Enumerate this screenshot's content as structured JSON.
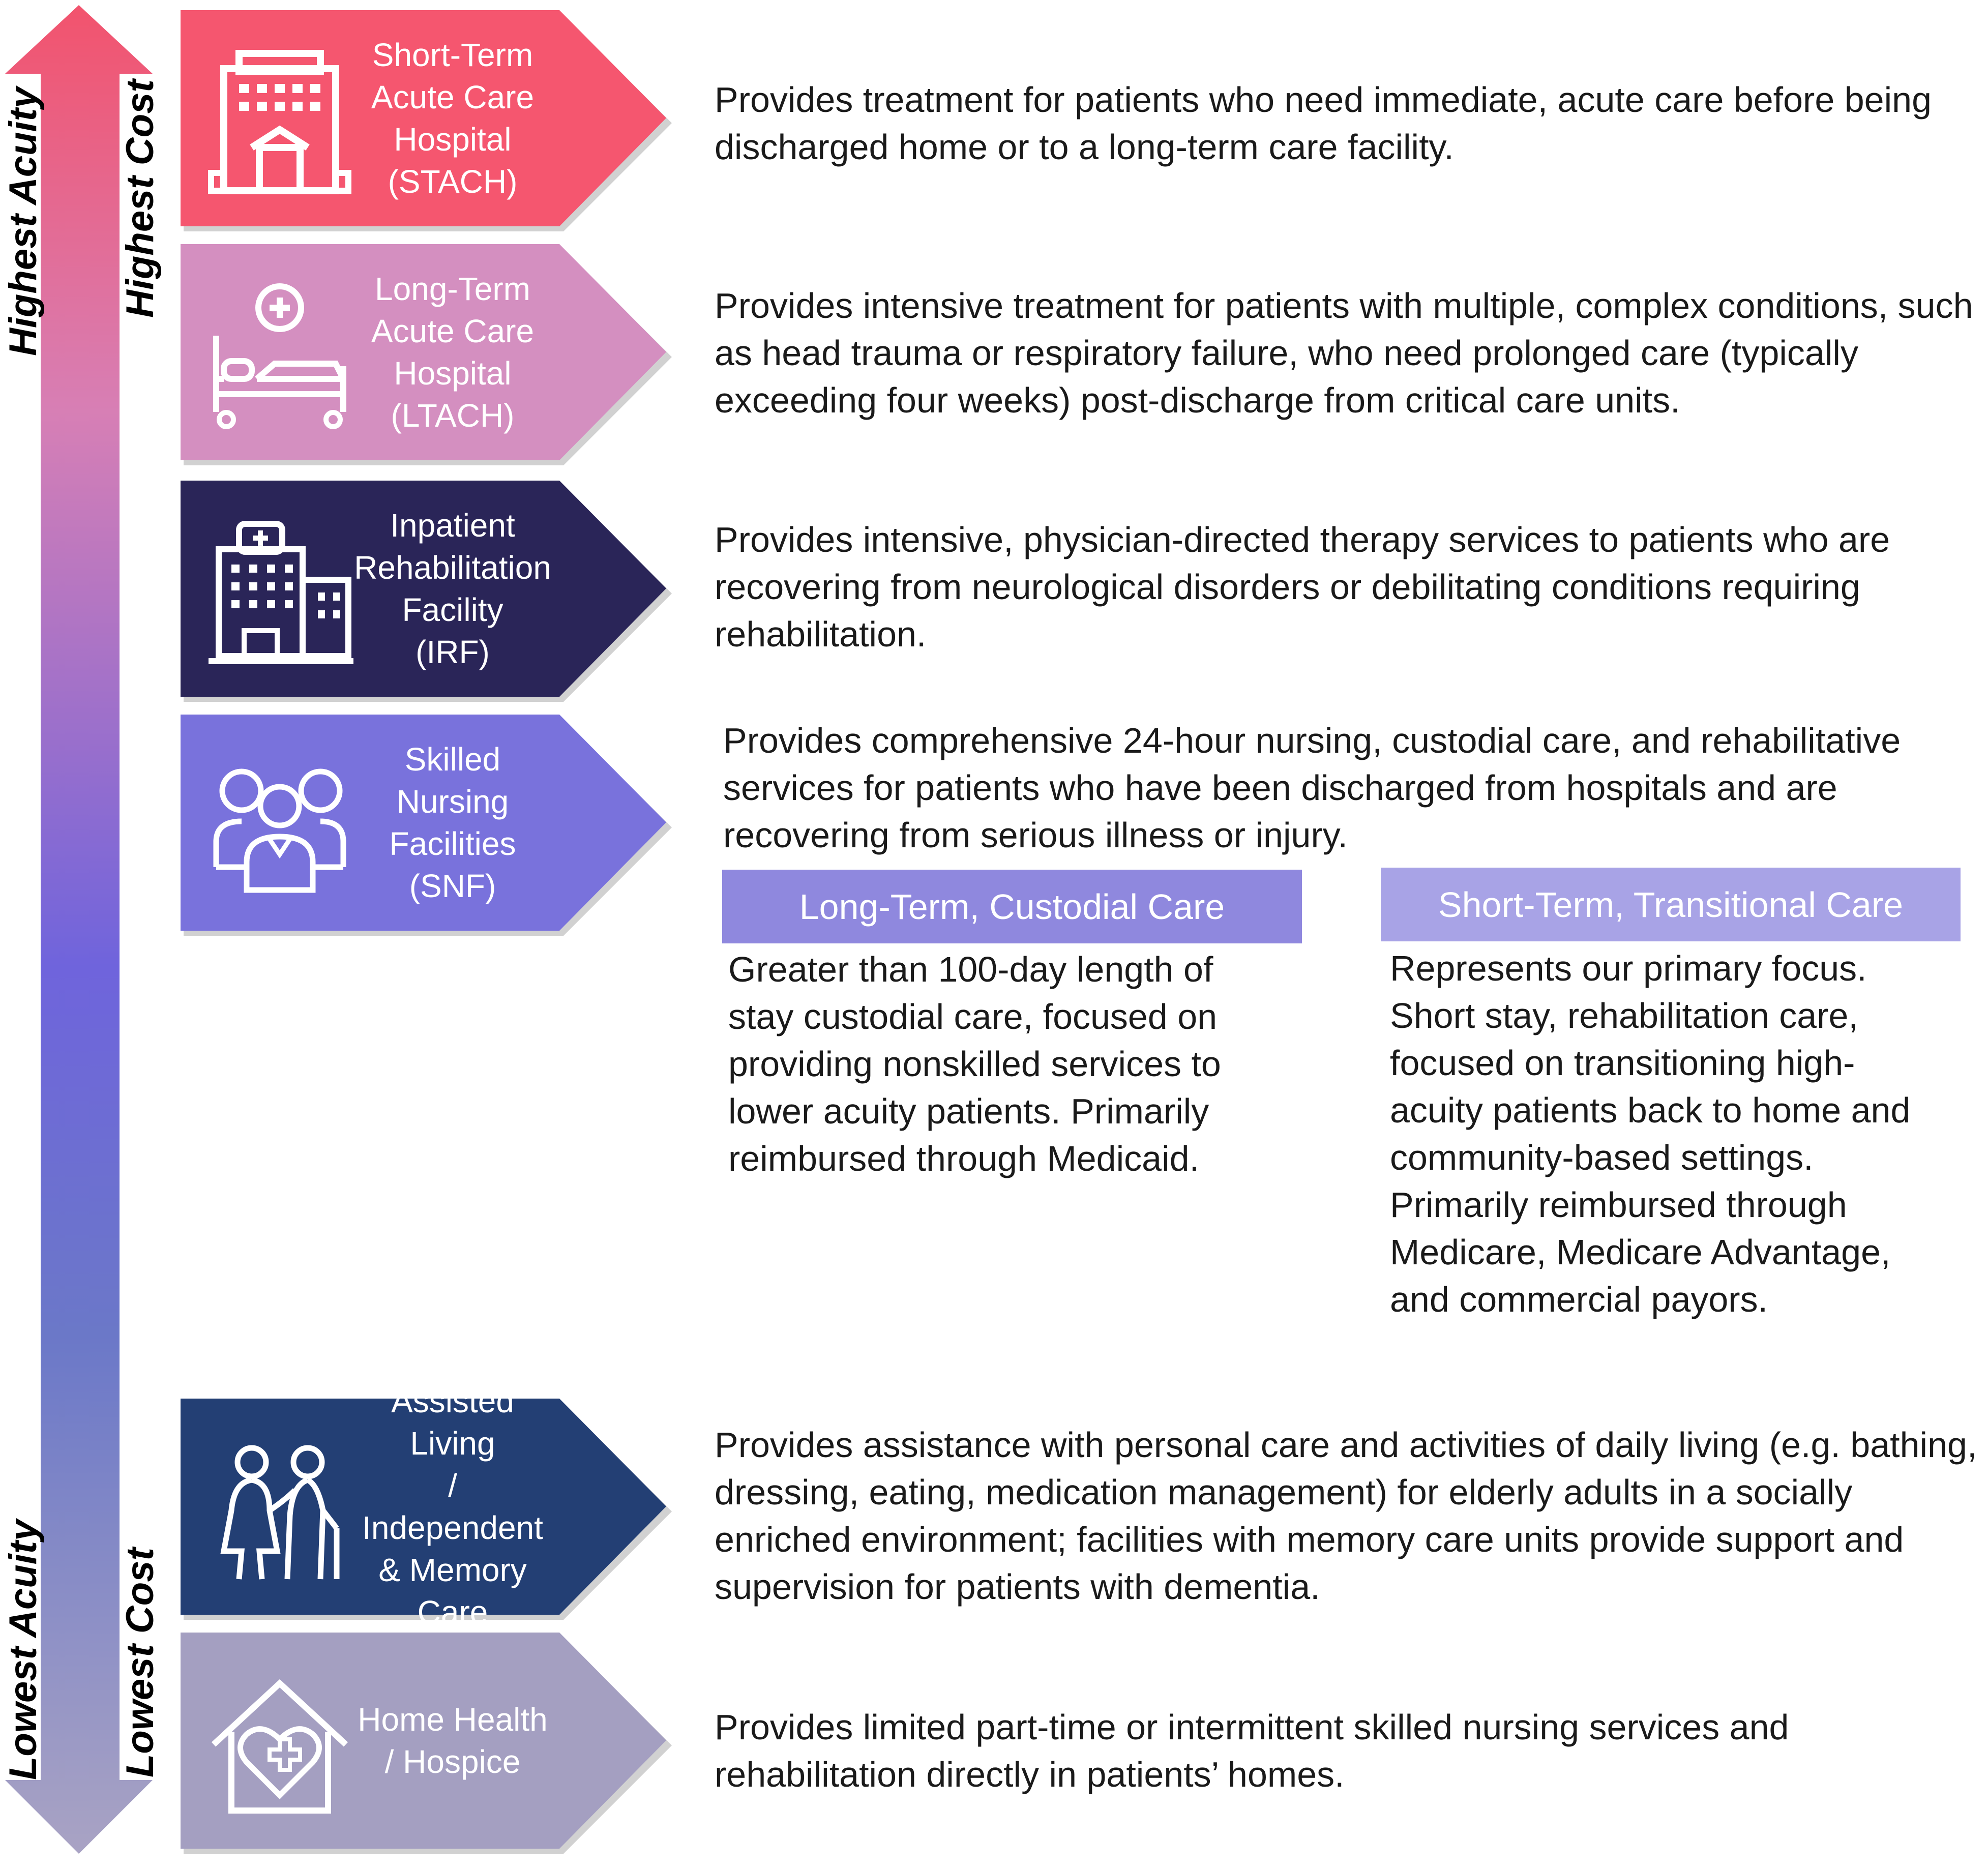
{
  "axis": {
    "left_top": "Highest Acuity",
    "left_bottom": "Lowest Acuity",
    "right_top": "Highest Cost",
    "right_bottom": "Lowest Cost",
    "colors": [
      "#f2536d",
      "#d77fb5",
      "#6f64dc",
      "#6b78c8",
      "#a9a3c4"
    ]
  },
  "tiers": [
    {
      "label": "Short-Term\nAcute Care\nHospital\n(STACH)",
      "color": "#f5566f",
      "icon": "hospital-building-icon",
      "description": "Provides treatment for patients who need immediate, acute care before being discharged home or to a long-term care facility."
    },
    {
      "label": "Long-Term\nAcute Care\nHospital\n(LTACH)",
      "color": "#d48fc0",
      "icon": "hospital-bed-icon",
      "description": "Provides intensive treatment for patients with multiple, complex conditions, such as head trauma or respiratory failure, who need prolonged care (typically exceeding four weeks) post-discharge from critical care units."
    },
    {
      "label": "Inpatient\nRehabilitation\nFacility\n(IRF)",
      "color": "#2a2558",
      "icon": "rehab-facility-icon",
      "description": "Provides intensive, physician-directed therapy services to patients who are recovering from neurological disorders or debilitating conditions requiring rehabilitation."
    },
    {
      "label": "Skilled Nursing\nFacilities (SNF)",
      "color": "#7972dc",
      "icon": "medical-staff-icon",
      "description": "Provides comprehensive 24-hour nursing, custodial care, and rehabilitative services for patients who have been discharged from hospitals and are recovering from serious illness or injury."
    },
    {
      "label": "Assisted Living\n/ Independent\n& Memory\nCare",
      "color": "#233f74",
      "icon": "elderly-couple-icon",
      "description": "Provides assistance with personal care and activities of daily living (e.g. bathing, dressing, eating, medication management) for elderly adults in a socially enriched environment; facilities with memory care units provide support and supervision for patients with dementia."
    },
    {
      "label": "Home Health\n/ Hospice",
      "color": "#a49fc1",
      "icon": "home-heart-icon",
      "description": "Provides limited part-time or intermittent skilled nursing services and rehabilitation directly in patients’ homes."
    }
  ],
  "snf_split": {
    "left": {
      "heading": "Long-Term, Custodial Care",
      "color": "#8f88de",
      "text": "Greater than 100-day length of stay custodial care, focused on providing nonskilled services to lower acuity patients. Primarily reimbursed through Medicaid."
    },
    "right": {
      "heading": "Short-Term, Transitional Care",
      "color": "#a8a3e6",
      "text": "Represents our primary focus. Short stay, rehabilitation care, focused on transitioning high-acuity patients back to home and community-based settings. Primarily reimbursed through Medicare, Medicare Advantage, and commercial payors."
    }
  }
}
